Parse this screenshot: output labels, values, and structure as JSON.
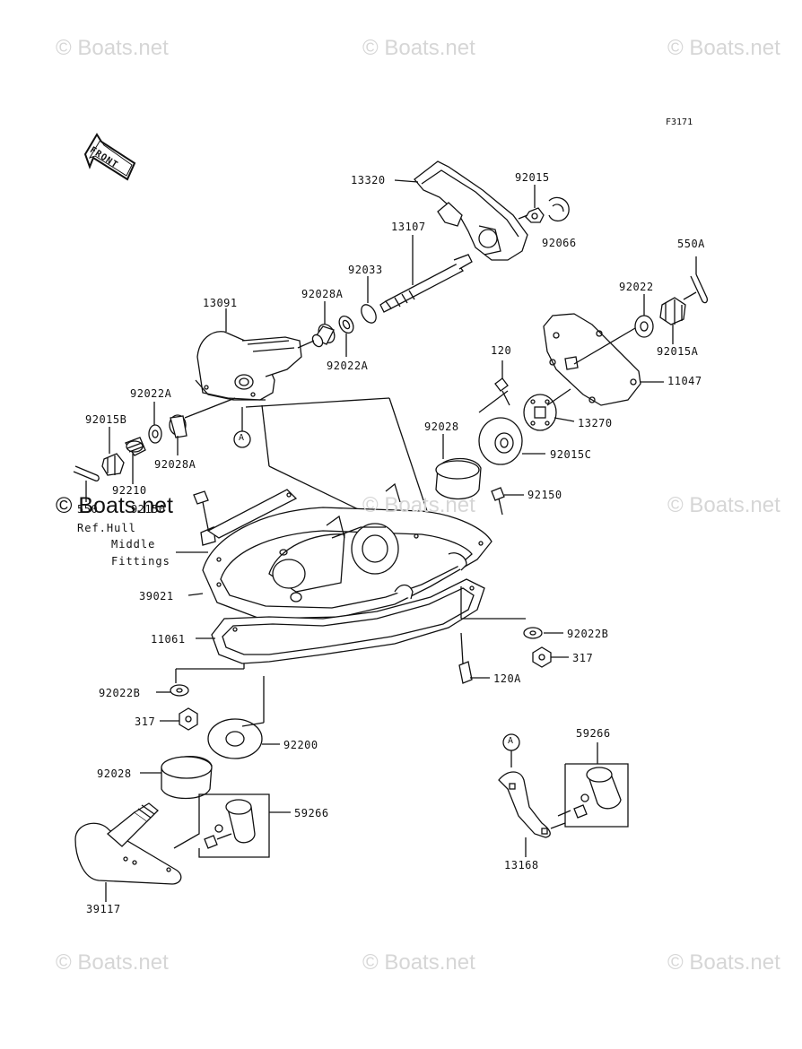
{
  "figure_code": "F3171",
  "front_label": "FRONT",
  "watermark": "© Boats.net",
  "callouts": {
    "a_top": "A",
    "a_bottom": "A"
  },
  "notes": {
    "ref_line1": "Ref.Hull",
    "ref_line2": "Middle",
    "ref_line3": "Fittings"
  },
  "parts": {
    "p13320": "13320",
    "p92015": "92015",
    "p92066": "92066",
    "p550A": "550A",
    "p13107": "13107",
    "p92033": "92033",
    "p92028A_top": "92028A",
    "p13091": "13091",
    "p92022": "92022",
    "p92015A": "92015A",
    "p92022A_top": "92022A",
    "p11047": "11047",
    "p120": "120",
    "p13270": "13270",
    "p92022A_left": "92022A",
    "p92015B": "92015B",
    "p92028": "92028",
    "p92015C": "92015C",
    "p92028A_left": "92028A",
    "p92210": "92210",
    "p550": "550",
    "p92150_left": "92150",
    "p92150_right": "92150",
    "p39021": "39021",
    "p92022B_right": "92022B",
    "p11061": "11061",
    "p317_right": "317",
    "p120A": "120A",
    "p92022B_left": "92022B",
    "p317_left": "317",
    "p92200": "92200",
    "p59266_right": "59266",
    "p92028_bottom": "92028",
    "p59266_left": "59266",
    "p13168": "13168",
    "p39117": "39117"
  }
}
